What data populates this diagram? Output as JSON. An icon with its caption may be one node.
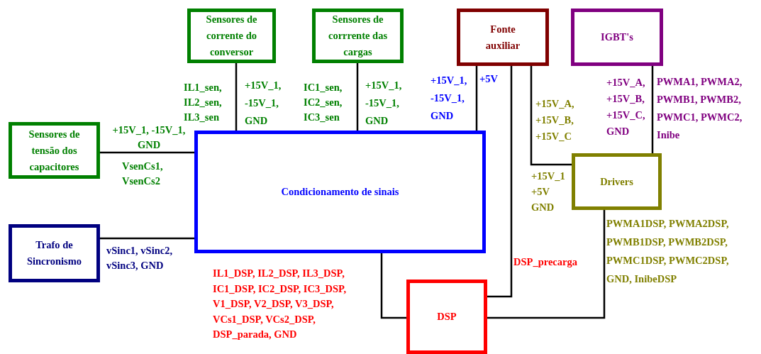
{
  "diagram": {
    "nodes": [
      {
        "text": [
          "Sensores de corrente do conversor"
        ]
      },
      {
        "text": [
          "Sensores de corrrente das cargas"
        ]
      },
      {
        "text": [
          "Fonte auxiliar"
        ]
      },
      {
        "text": [
          "IGBT's"
        ]
      },
      {
        "text": [
          "Sensores de tensão dos capacitores"
        ]
      },
      {
        "text": [
          "Condicionamento de sinais"
        ]
      },
      {
        "text": [
          "Drivers"
        ]
      },
      {
        "text": [
          "Trafo de Sincronismo"
        ]
      },
      {
        "text": [
          "DSP"
        ]
      }
    ],
    "edges": [
      {
        "from": 0,
        "to": 5,
        "arrow": "none"
      },
      {
        "from": 1,
        "to": 5,
        "arrow": "none"
      },
      {
        "from": 2,
        "to": 5,
        "arrow": "none"
      },
      {
        "from": 2,
        "to": 8,
        "arrow": "none"
      },
      {
        "from": 2,
        "to": 6,
        "arrow": "none"
      },
      {
        "from": 3,
        "to": 6,
        "arrow": "none"
      },
      {
        "from": 4,
        "to": 5,
        "arrow": "none"
      },
      {
        "from": 7,
        "to": 5,
        "arrow": "none"
      },
      {
        "from": 5,
        "to": 8,
        "arrow": "none"
      },
      {
        "from": 6,
        "to": 8,
        "arrow": "none"
      }
    ],
    "labels": [
      "IL1_sen, IL2_sen, IL3_sen",
      "+15V_1, -15V_1, GND",
      "IC1_sen, IC2_sen, IC3_sen",
      "+15V_1, -15V_1, GND",
      "+15V_1, -15V_1, GND",
      "+5V",
      "+15V_A, +15V_B, +15V_C, GND",
      "PWMA1, PWMA2, PWMB1, PWMB2, PWMC1, PWMC2, Inibe",
      "+15V_A, +15V_B, +15V_C",
      "+15V_1, -15V_1, GND",
      "VsenCs1, VsenCs2",
      "+15V_1 +5V GND",
      "vSinc1, vSinc2, vSinc3, GND",
      "IL1_DSP, IL2_DSP, IL3_DSP, IC1_DSP, IC2_DSP, IC3_DSP, V1_DSP, V2_DSP, V3_DSP, VCs1_DSP, VCs2_DSP, DSP_parada, GND",
      "DSP_precarga",
      "PWMA1DSP, PWMA2DSP, PWMB1DSP, PWMB2DSP, PWMC1DSP, PWMC2DSP, GND, InibeDSP"
    ]
  }
}
